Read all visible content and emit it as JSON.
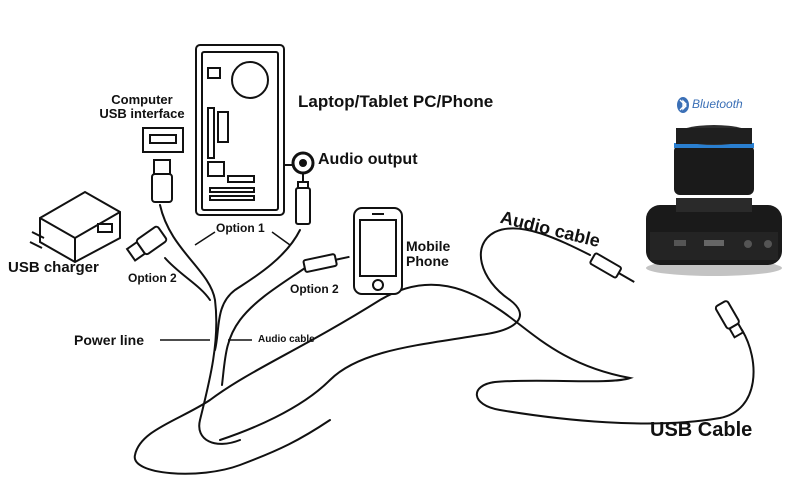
{
  "labels": {
    "computer_usb_interface_line1": "Computer",
    "computer_usb_interface_line2": "USB interface",
    "laptop_tablet_pc_phone": "Laptop/Tablet PC/Phone",
    "audio_output": "Audio output",
    "mobile_phone_line1": "Mobile",
    "mobile_phone_line2": "Phone",
    "usb_charger": "USB charger",
    "option_1": "Option 1",
    "option_2_left": "Option 2",
    "option_2_right": "Option 2",
    "power_line": "Power line",
    "audio_cable_small": "Audio cable",
    "audio_cable_large": "Audio cable",
    "usb_cable": "USB Cable",
    "bluetooth": "Bluetooth"
  },
  "colors": {
    "line": "#111111",
    "speaker_body": "#1a1a1a",
    "speaker_ring": "#2a7fd0",
    "bluetooth_text": "#3a6fb6"
  },
  "icons": [
    "usb-port-icon",
    "desktop-tower-icon",
    "audio-jack-icon",
    "smartphone-icon",
    "usb-charger-icon",
    "usb-plug-icon",
    "aux-plug-icon",
    "bluetooth-speaker-icon",
    "bluetooth-logo-icon"
  ]
}
